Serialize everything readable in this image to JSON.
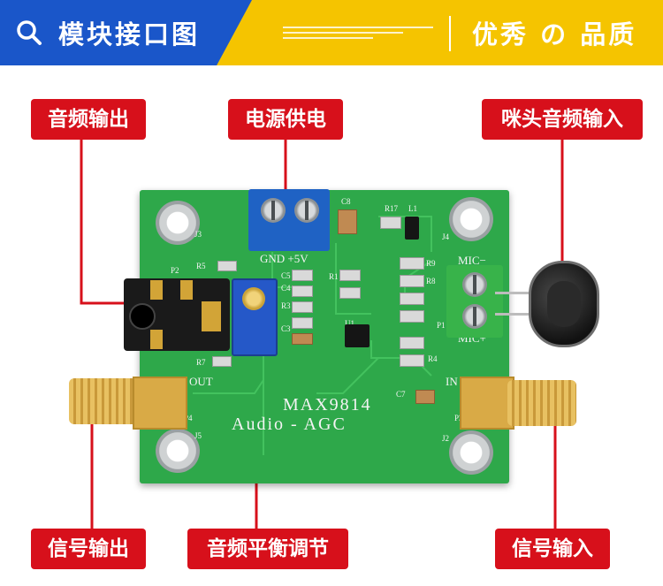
{
  "header": {
    "title": "模块接口图",
    "slogan": "优秀 の 品质",
    "search_icon": "search-icon"
  },
  "labels": {
    "audio_out": "音频输出",
    "power": "电源供电",
    "mic_in": "咪头音频输入",
    "signal_out": "信号输出",
    "balance": "音频平衡调节",
    "signal_in": "信号输入"
  },
  "board": {
    "chip_name": "MAX9814",
    "title": "Audio  -  AGC",
    "power_pins": "GND  +5V",
    "out": "OUT",
    "in": "IN",
    "mic_minus": "MIC−",
    "mic_plus": "MIC+",
    "refs": {
      "j3": "J3",
      "j4": "J4",
      "j5": "J5",
      "j2": "J2",
      "p2": "P2",
      "p4": "P4",
      "p3": "P3",
      "p1": "P1",
      "r5": "R5",
      "r7": "R7",
      "r3": "R3",
      "r1": "R1",
      "c8": "C8",
      "r17": "R17",
      "l1": "L1",
      "c4": "C4",
      "c5": "C5",
      "c3": "C3",
      "c7": "C7",
      "u1": "U1",
      "r8": "R8",
      "r9": "R9",
      "r4": "R4"
    }
  },
  "colors": {
    "header_blue": "#1a56c9",
    "header_yellow": "#f5c400",
    "label_red": "#d7101b",
    "pcb_green": "#2ea84a"
  }
}
